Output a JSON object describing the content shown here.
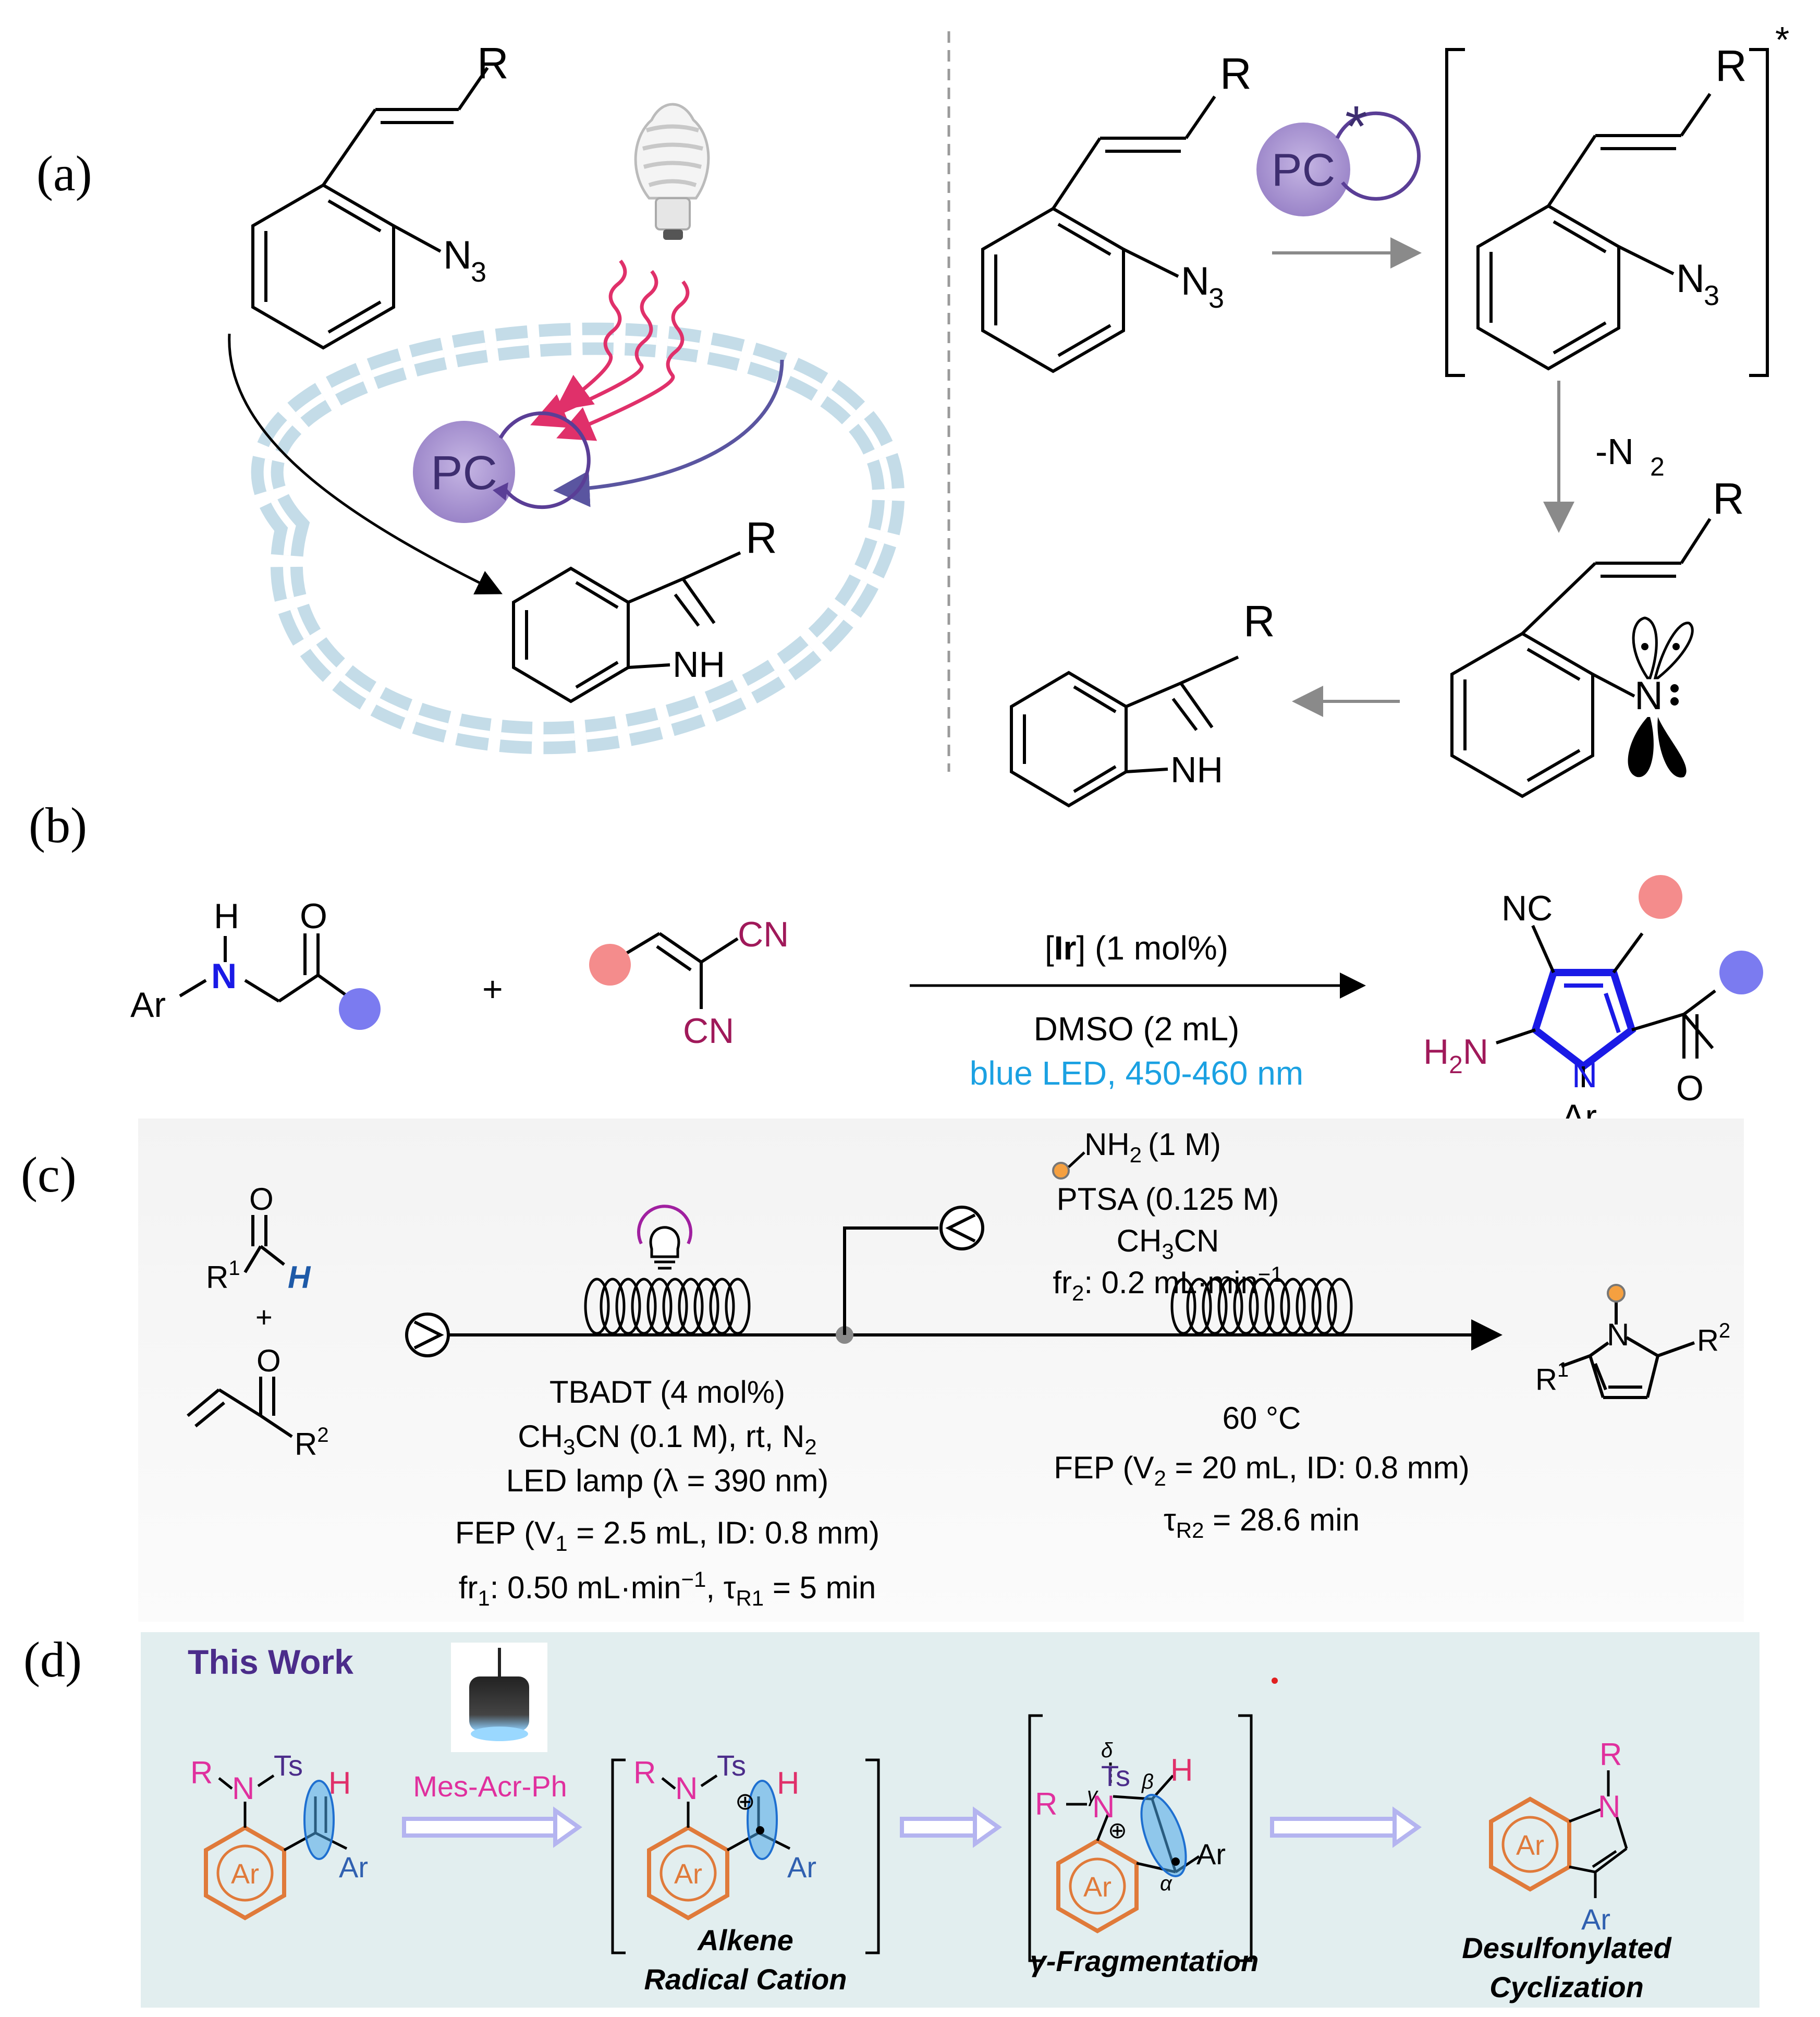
{
  "panels": {
    "a": {
      "label": "(a)",
      "r_group": "R",
      "azide": "N",
      "azide_sub": "3",
      "photocatalyst": "PC",
      "excited_mark": "*",
      "indole_nh": "NH",
      "loss": "-N",
      "loss_sub": "2",
      "nitrene_n": "N"
    },
    "b": {
      "label": "(b)",
      "h": "H",
      "n": "N",
      "o": "O",
      "ar": "Ar",
      "plus": "+",
      "cn": "CN",
      "nc": "NC",
      "catalyst_ir": "Ir",
      "catalyst_rest": " (1 mol%)",
      "solvent": "DMSO (2 mL)",
      "light": "blue LED, 450-460 nm",
      "h2n": "H",
      "h2n_sub": "2",
      "h2n_n": "N",
      "ring_n": "N",
      "product_o": "O",
      "product_ar": "Ar",
      "colors": {
        "red_dot": "#F48C8C",
        "blue_dot": "#7B7BF0",
        "blue_bond": "#1A1AE6",
        "maroon": "#A0195A",
        "blue_text": "#1BA1E2"
      }
    },
    "c": {
      "label": "(c)",
      "amine_nh": "NH",
      "amine_sub": "2",
      "amine_conc": "(1 M)",
      "ptsa": "PTSA (0.125 M)",
      "solvent2": "CH",
      "solvent2_sub": "3",
      "solvent2_end": "CN",
      "fr2": "fr",
      "fr2_sub": "2",
      "fr2_end": ": 0.2 mL·min",
      "fr2_sup": "−1",
      "r1": "R",
      "r1_sup": "1",
      "o": "O",
      "h_italic": "H",
      "plus": "+",
      "r2": "R",
      "r2_sup": "2",
      "step1_lines": [
        "TBADT (4 mol%)",
        "CH|3|CN (0.1 M), rt, N|2|",
        "LED lamp (λ = 390 nm)",
        "FEP (V|1| = 2.5 mL, ID: 0.8 mm)",
        "fr|1|: 0.50 mL·min^−1^, τ|R1| = 5 min"
      ],
      "step2_lines": [
        "60 °C",
        "FEP (V|2| = 20 mL, ID: 0.8 mm)",
        "τ|R2| = 28.6 min"
      ],
      "product_n": "N",
      "product_r1": "R",
      "product_r2": "R"
    },
    "d": {
      "label": "(d)",
      "this_work": "This Work",
      "reagent": "Mes-Acr-Ph",
      "r": "R",
      "n": "N",
      "ts": "Ts",
      "h": "H",
      "ar": "Ar",
      "ar_ring": "Ar",
      "plus": "⊕",
      "delta": "δ",
      "gamma": "γ",
      "beta": "β",
      "alpha": "α",
      "caption1_line1": "Alkene",
      "caption1_line2": "Radical Cation",
      "caption2": "γ-Fragmentation",
      "caption3_line1": "Desulfonylated",
      "caption3_line2": "Cyclization",
      "colors": {
        "bg": "#E2EEEF",
        "title": "#4B2C8A",
        "magenta": "#E0309E",
        "ring": "#E07A3A",
        "ar_blue": "#3060B0",
        "arrow": "#B4B4F0"
      }
    }
  }
}
